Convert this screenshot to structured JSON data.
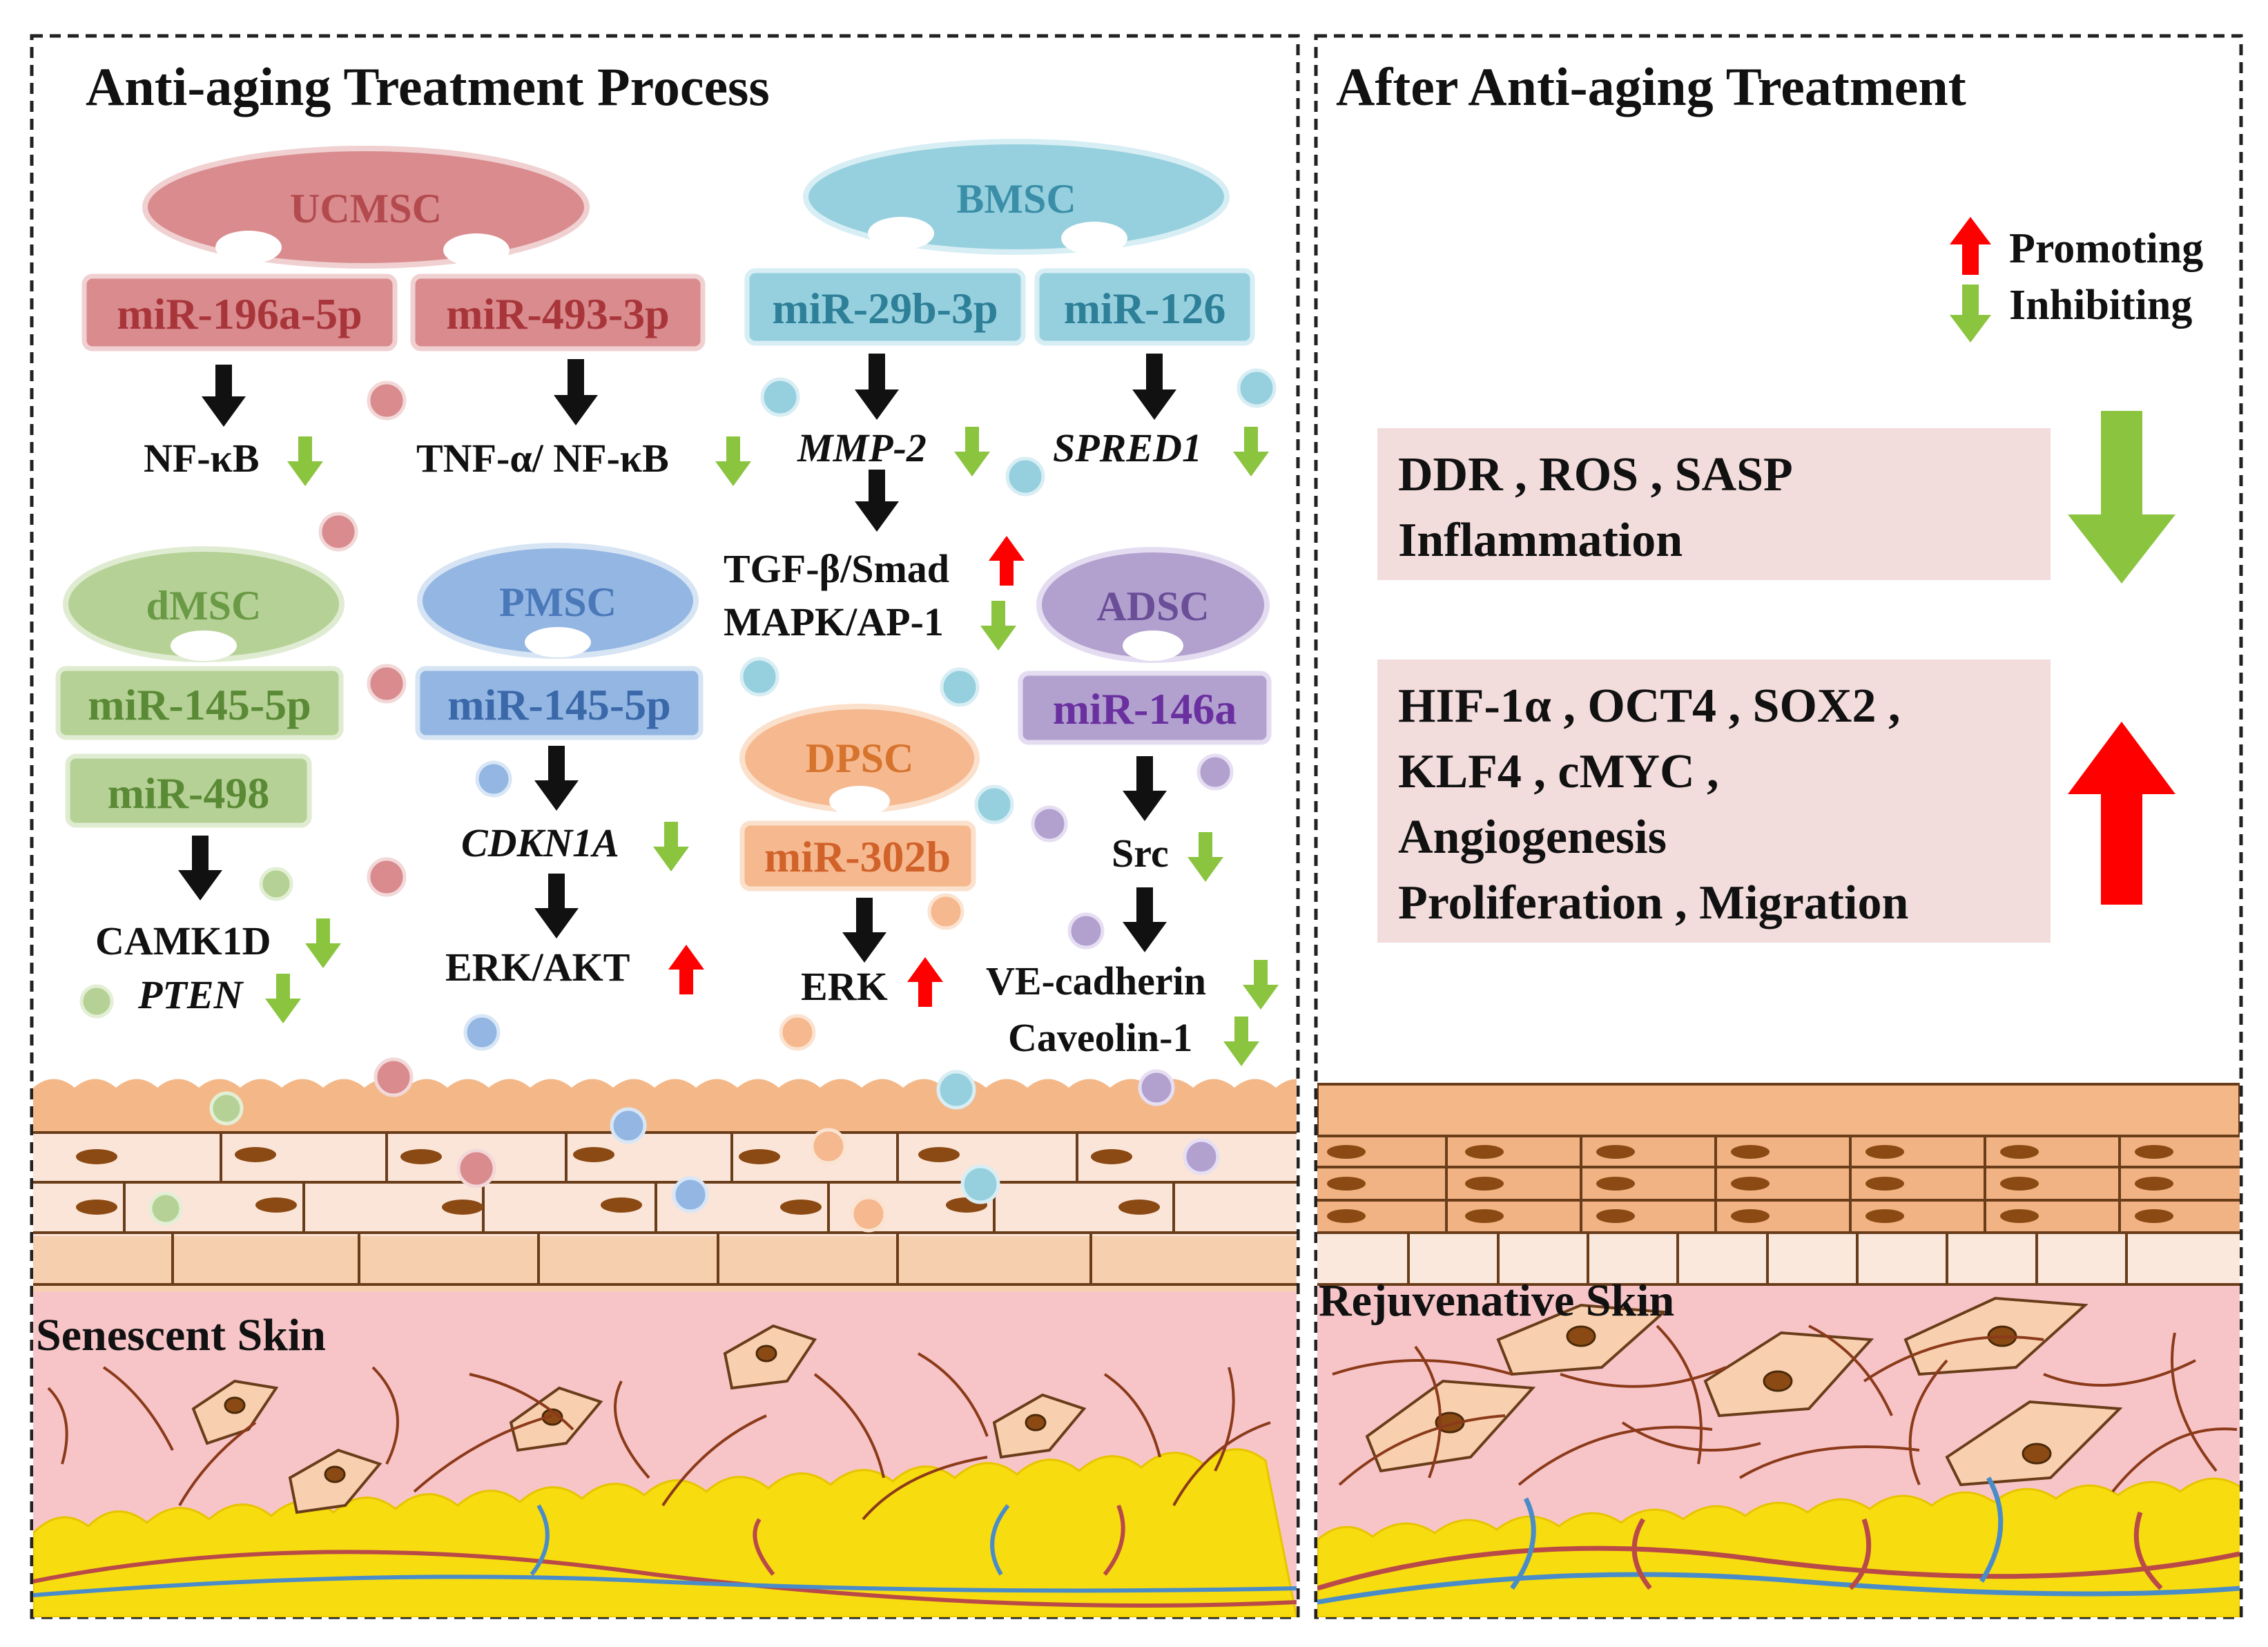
{
  "left_panel": {
    "title": "Anti-aging Treatment Process",
    "skin_label": "Senescent Skin",
    "sources": {
      "ucmsc": {
        "name": "UCMSC",
        "mirnas": [
          "miR-196a-5p",
          "miR-493-3p"
        ],
        "targets": [
          "NF-κB",
          "TNF-α/ NF-κB"
        ]
      },
      "bmsc": {
        "name": "BMSC",
        "mirnas": [
          "miR-29b-3p",
          "miR-126"
        ],
        "targets": [
          "MMP-2",
          "SPRED1"
        ],
        "downstream": [
          "TGF-β/Smad",
          "MAPK/AP-1"
        ]
      },
      "dmsc": {
        "name": "dMSC",
        "mirnas": [
          "miR-145-5p",
          "miR-498"
        ],
        "targets": [
          "CAMK1D",
          "PTEN"
        ]
      },
      "pmsc": {
        "name": "PMSC",
        "mirnas": [
          "miR-145-5p"
        ],
        "targets": [
          "CDKN1A",
          "ERK/AKT"
        ]
      },
      "adsc": {
        "name": "ADSC",
        "mirnas": [
          "miR-146a"
        ],
        "targets": [
          "Src",
          "VE-cadherin",
          "Caveolin-1"
        ]
      },
      "dpsc": {
        "name": "DPSC",
        "mirnas": [
          "miR-302b"
        ],
        "targets": [
          "ERK"
        ]
      }
    }
  },
  "right_panel": {
    "title": "After Anti-aging Treatment",
    "skin_label": "Rejuvenative Skin",
    "legend": {
      "promoting": "Promoting",
      "inhibiting": "Inhibiting"
    },
    "decreased": [
      "DDR , ROS , SASP",
      "Inflammation"
    ],
    "increased": [
      "HIF-1α , OCT4 , SOX2 ,",
      "KLF4 , cMYC ,",
      "Angiogenesis",
      "Proliferation , Migration"
    ]
  },
  "colors": {
    "ucmsc": "#d98b8e",
    "bmsc": "#96d0de",
    "dmsc": "#b5d196",
    "pmsc": "#93b6e3",
    "adsc": "#b2a0cf",
    "dpsc": "#f6b88e",
    "promote": "#ff0000",
    "inhibit": "#8bc43f",
    "dermis": "#f7c5c8",
    "fat": "#f7dc10"
  }
}
